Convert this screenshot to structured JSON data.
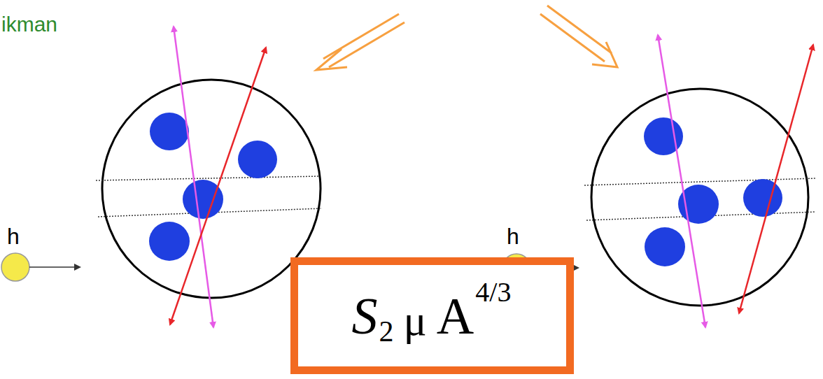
{
  "diagram": {
    "nodes": [
      {
        "text": [
          "S",
          "2",
          "μ",
          "A",
          "4/3"
        ]
      }
    ],
    "labels": [
      "ikman",
      "h",
      "h"
    ]
  }
}
